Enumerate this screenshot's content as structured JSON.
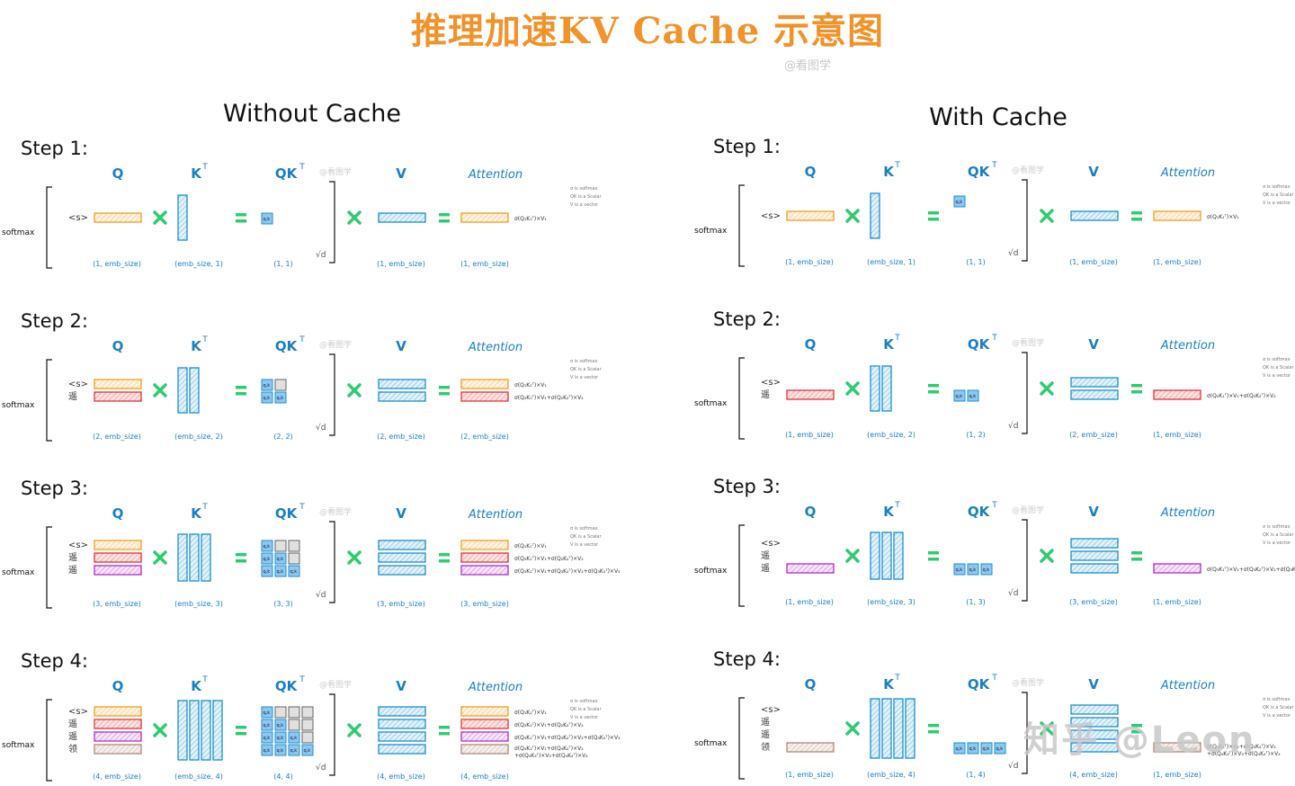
{
  "title": "推理加速KV Cache 示意图",
  "watermark_top": "@看图学",
  "watermark_small": "@看图学",
  "watermark_bottom": "知乎 @Leon",
  "colors": {
    "title": "#f0932b",
    "blue_text": "#1a7fc4",
    "green_op": "#2ecc71",
    "bar_blue": "#1a8fd0",
    "ink": "#111111",
    "token_colors": [
      "#f0a020",
      "#e83030",
      "#b030c8",
      "#b08878"
    ]
  },
  "panels": [
    {
      "id": "without",
      "heading": "Without Cache",
      "steps": [
        {
          "label": "Step 1:",
          "tokens": [
            "<s>"
          ],
          "q_rows": 1,
          "kt_cols": 1,
          "qk_rows": 1,
          "qk_cols": 1,
          "v_rows": 1,
          "att_rows": 1,
          "dims": [
            "(1, emb_size)",
            "(emb_size, 1)",
            "(1, 1)",
            "(1, emb_size)",
            "(1, emb_size)"
          ]
        },
        {
          "label": "Step 2:",
          "tokens": [
            "<s>",
            "遥"
          ],
          "q_rows": 2,
          "kt_cols": 2,
          "qk_rows": 2,
          "qk_cols": 2,
          "v_rows": 2,
          "att_rows": 2,
          "dims": [
            "(2, emb_size)",
            "(emb_size, 2)",
            "(2, 2)",
            "(2, emb_size)",
            "(2, emb_size)"
          ]
        },
        {
          "label": "Step 3:",
          "tokens": [
            "<s>",
            "遥",
            "遥"
          ],
          "q_rows": 3,
          "kt_cols": 3,
          "qk_rows": 3,
          "qk_cols": 3,
          "v_rows": 3,
          "att_rows": 3,
          "dims": [
            "(3, emb_size)",
            "(emb_size, 3)",
            "(3, 3)",
            "(3, emb_size)",
            "(3, emb_size)"
          ]
        },
        {
          "label": "Step 4:",
          "tokens": [
            "<s>",
            "遥",
            "遥",
            "领"
          ],
          "q_rows": 4,
          "kt_cols": 4,
          "qk_rows": 4,
          "qk_cols": 4,
          "v_rows": 4,
          "att_rows": 4,
          "dims": [
            "(4, emb_size)",
            "(emb_size, 4)",
            "(4, 4)",
            "(4, emb_size)",
            "(4, emb_size)"
          ]
        }
      ]
    },
    {
      "id": "with",
      "heading": "With Cache",
      "steps": [
        {
          "label": "Step 1:",
          "tokens": [
            "<s>"
          ],
          "q_rows": 1,
          "kt_cols": 1,
          "qk_rows": 1,
          "qk_cols": 1,
          "v_rows": 1,
          "att_rows": 1,
          "dims": [
            "(1, emb_size)",
            "(emb_size, 1)",
            "(1, 1)",
            "(1, emb_size)",
            "(1, emb_size)"
          ]
        },
        {
          "label": "Step 2:",
          "tokens": [
            "<s>",
            "遥"
          ],
          "q_rows": 1,
          "kt_cols": 2,
          "qk_rows": 1,
          "qk_cols": 2,
          "v_rows": 2,
          "att_rows": 1,
          "dims": [
            "(1, emb_size)",
            "(emb_size, 2)",
            "(1, 2)",
            "(2, emb_size)",
            "(1, emb_size)"
          ]
        },
        {
          "label": "Step 3:",
          "tokens": [
            "<s>",
            "遥",
            "遥"
          ],
          "q_rows": 1,
          "kt_cols": 3,
          "qk_rows": 1,
          "qk_cols": 3,
          "v_rows": 3,
          "att_rows": 1,
          "dims": [
            "(1, emb_size)",
            "(emb_size, 3)",
            "(1, 3)",
            "(3, emb_size)",
            "(1, emb_size)"
          ]
        },
        {
          "label": "Step 4:",
          "tokens": [
            "<s>",
            "遥",
            "遥",
            "领"
          ],
          "q_rows": 1,
          "kt_cols": 4,
          "qk_rows": 1,
          "qk_cols": 4,
          "v_rows": 4,
          "att_rows": 1,
          "dims": [
            "(1, emb_size)",
            "(emb_size, 4)",
            "(1, 4)",
            "(4, emb_size)",
            "(1, emb_size)"
          ]
        }
      ]
    }
  ],
  "headers": {
    "q": "Q",
    "kt": "K",
    "kt_sup": "T",
    "qk": "QK",
    "qk_sup": "T",
    "v": "V",
    "att": "Attention"
  },
  "softmax_label": "softmax",
  "sqrt_label": "√d",
  "legend": [
    "σ is softmax",
    "QK is a Scalar",
    "V is a vector"
  ],
  "formulas": [
    "σ(Q₁K₁ᵀ)×V₁",
    "σ(Q₂K₁ᵀ)×V₁+σ(Q₂K₂ᵀ)×V₂",
    "σ(Q₃K₁ᵀ)×V₁+σ(Q₃K₂ᵀ)×V₂+σ(Q₃K₃ᵀ)×V₃",
    "σ(Q₄K₁ᵀ)×V₁+σ(Q₄K₂ᵀ)×V₂",
    "+σ(Q₄K₃ᵀ)×V₃+σ(Q₄K₄ᵀ)×V₄"
  ],
  "cell_label": "q,k"
}
